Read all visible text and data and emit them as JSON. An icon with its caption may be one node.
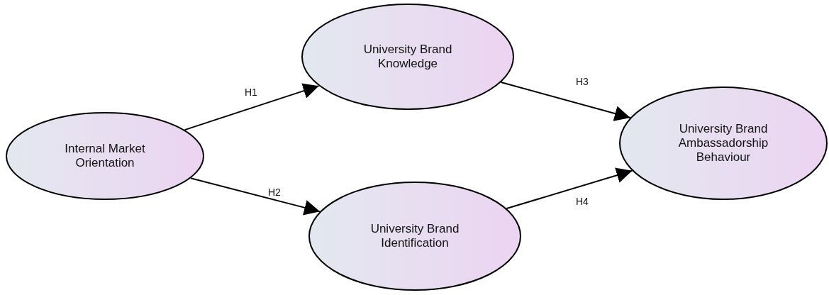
{
  "diagram": {
    "nodes": [
      {
        "text": [
          "Internal Market Orientation"
        ]
      },
      {
        "text": [
          "University Brand Knowledge"
        ]
      },
      {
        "text": [
          "University Brand Identification"
        ]
      },
      {
        "text": [
          "University Brand Ambassadorship Behaviour"
        ]
      }
    ],
    "edges": [
      {
        "from": 0,
        "to": 1,
        "arrow": "to",
        "label": "H1"
      },
      {
        "from": 0,
        "to": 2,
        "arrow": "to",
        "label": "H2"
      },
      {
        "from": 1,
        "to": 3,
        "arrow": "to",
        "label": "H3"
      },
      {
        "from": 2,
        "to": 3,
        "arrow": "to",
        "label": "H4"
      }
    ]
  }
}
